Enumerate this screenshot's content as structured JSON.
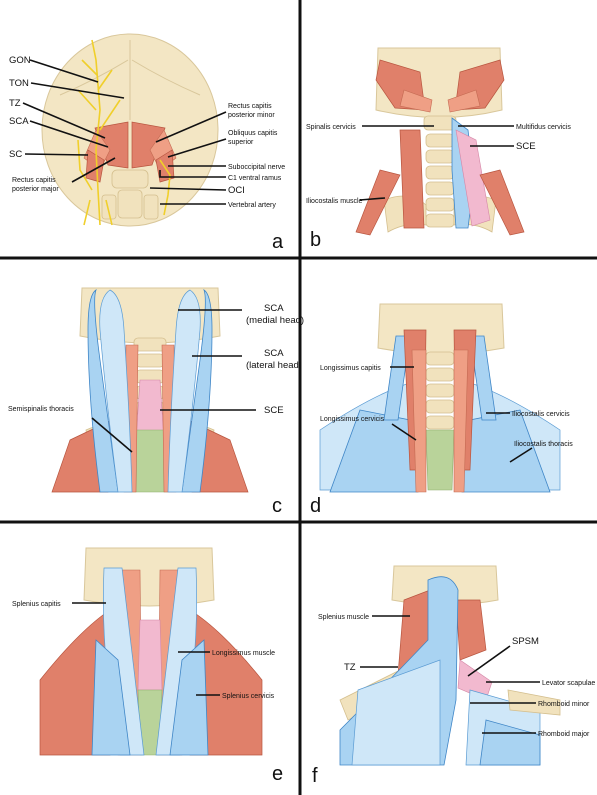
{
  "panels": {
    "a": {
      "letter": "a",
      "labels": {
        "gon": "GON",
        "ton": "TON",
        "tz": "TZ",
        "sca": "SCA",
        "sc": "SC",
        "rcpmaj": [
          "Rectus capitis",
          "posterior major"
        ],
        "rcpmin": [
          "Rectus capitis",
          "posterior minor"
        ],
        "ocs": [
          "Obliquus capitis",
          "superior"
        ],
        "subocc": "Suboccipital nerve",
        "c1": "C1 ventral ramus",
        "oci": "OCI",
        "va": "Vertebral artery"
      }
    },
    "b": {
      "letter": "b",
      "labels": {
        "spinalis": "Spinalis cervicis",
        "multifidus": "Multifidus cervicis",
        "sce": "SCE",
        "ilio": "Iliocostalis muscle"
      }
    },
    "c": {
      "letter": "c",
      "labels": {
        "sca_med": [
          "SCA",
          "(medial head)"
        ],
        "sca_lat": [
          "SCA",
          "(lateral head)"
        ],
        "semi": "Semispinalis thoracis",
        "sce": "SCE"
      }
    },
    "d": {
      "letter": "d",
      "labels": {
        "lcap": "Longissimus capitis",
        "lcerv": "Longissimus cervicis",
        "icerv": "Iliocostalis cervicis",
        "ithor": "Iliocostalis thoracis"
      }
    },
    "e": {
      "letter": "e",
      "labels": {
        "splcap": "Splenius capitis",
        "long": "Longissimus muscle",
        "splcerv": "Splenius cervicis"
      }
    },
    "f": {
      "letter": "f",
      "labels": {
        "splm": "Splenius muscle",
        "spsm": "SPSM",
        "tz": "TZ",
        "levsc": "Levator scapulae",
        "rhmin": "Rhomboid minor",
        "rhmaj": "Rhomboid major"
      }
    }
  }
}
